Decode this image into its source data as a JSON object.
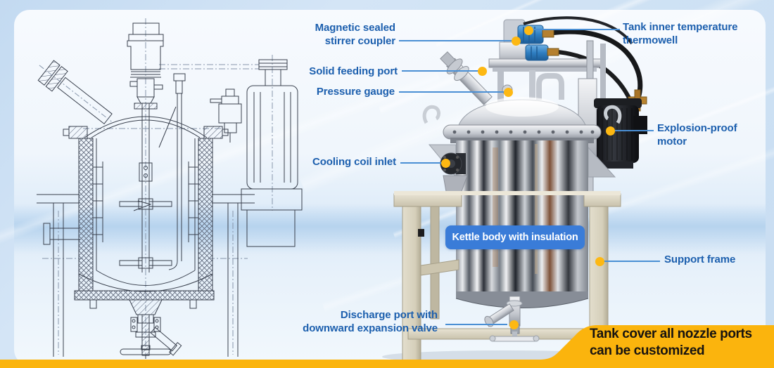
{
  "colors": {
    "label_text": "#1c5fae",
    "leader_line": "#4a8fd4",
    "marker_dot": "#fdb813",
    "badge_bg": "#3a7cd8",
    "badge_text": "#ffffff",
    "banner_bg": "#fbb40d",
    "banner_text": "#171310",
    "background_blue": "#d4e5f6",
    "frame_beige": "#d8d2c0",
    "valve_blue": "#3f8fd0"
  },
  "annotations": {
    "magnetic_coupler": "Magnetic sealed\nstirrer coupler",
    "thermowell": "Tank inner temperature\nthermowell",
    "solid_feeding_port": "Solid feeding port",
    "pressure_gauge": "Pressure gauge",
    "explosion_proof_motor": "Explosion-proof\nmotor",
    "cooling_coil_inlet": "Cooling coil inlet",
    "support_frame": "Support frame",
    "discharge_port": "Discharge port with\ndownward expansion valve",
    "kettle_body_badge": "Kettle body with insulation",
    "banner": "Tank cover all nozzle ports\ncan be customized"
  },
  "figures": {
    "left": "jacketed-reactor-engineering-drawing",
    "right": "stainless-steel-reactor-photo"
  }
}
